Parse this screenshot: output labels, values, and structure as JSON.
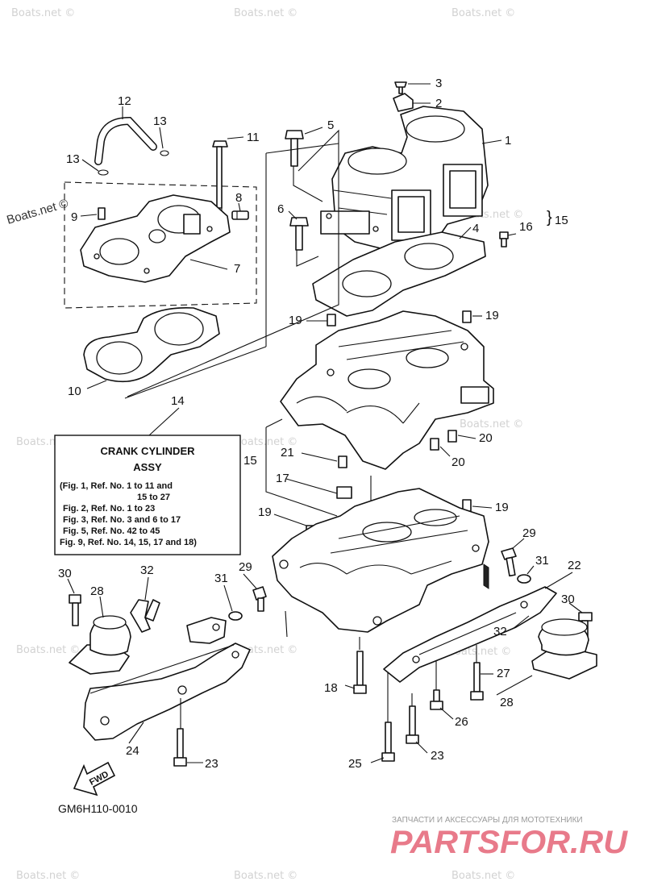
{
  "diagram_code": "GM6H110-0010",
  "info_box": {
    "title": "CRANK CYLINDER",
    "subtitle": "ASSY",
    "lines": [
      "(Fig. 1, Ref. No. 1 to 11 and",
      "15 to 27",
      "Fig. 2, Ref. No. 1 to 23",
      "Fig. 3, Ref. No. 3 and 6 to 17",
      "Fig. 5, Ref. No. 42 to 45",
      "Fig. 9, Ref. No. 14, 15, 17 and 18)"
    ]
  },
  "fwd_label": "FWD",
  "watermark": "Boats.net ©",
  "logo": {
    "tagline": "ЗАПЧАСТИ И АКСЕССУАРЫ ДЛЯ МОТОТЕХНИКИ",
    "brand": "PARTSFOR.RU",
    "brand_color": "#e87a8a"
  },
  "callouts": {
    "c1": "1",
    "c2": "2",
    "c3": "3",
    "c4": "4",
    "c5": "5",
    "c6": "6",
    "c7": "7",
    "c8": "8",
    "c9": "9",
    "c10": "10",
    "c11": "11",
    "c12": "12",
    "c13a": "13",
    "c13b": "13",
    "c14": "14",
    "c15a": "15",
    "c15b": "15",
    "c16": "16",
    "c17": "17",
    "c18": "18",
    "c19a": "19",
    "c19b": "19",
    "c19c": "19",
    "c19d": "19",
    "c20a": "20",
    "c20b": "20",
    "c21": "21",
    "c22": "22",
    "c23a": "23",
    "c23b": "23",
    "c24": "24",
    "c25": "25",
    "c26": "26",
    "c27": "27",
    "c28a": "28",
    "c28b": "28",
    "c29a": "29",
    "c29b": "29",
    "c30a": "30",
    "c30b": "30",
    "c31a": "31",
    "c31b": "31",
    "c32a": "32",
    "c32b": "32"
  }
}
